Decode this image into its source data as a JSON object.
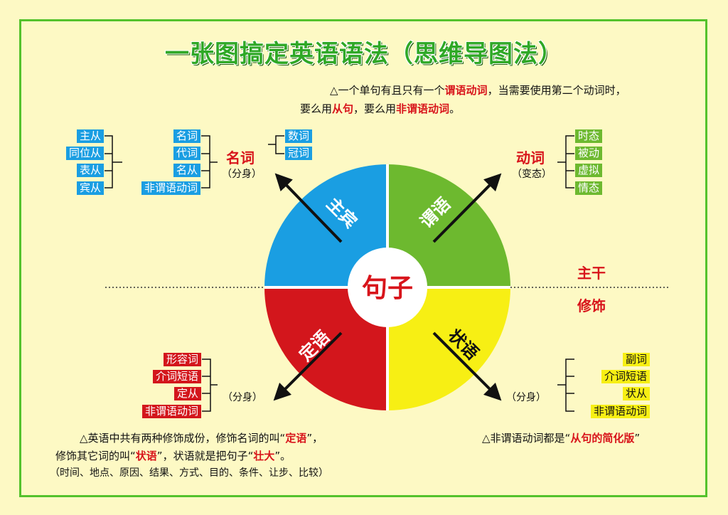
{
  "title": "一张图搞定英语语法（思维导图法）",
  "top_note": {
    "l1_a": "△一个单句有且只有一个",
    "l1_b": "谓语动词",
    "l1_c": "，当需要使用第二个动词时，",
    "l2_a": "要么用",
    "l2_b": "从句",
    "l2_c": "，要么用",
    "l2_d": "非谓语动词",
    "l2_e": "。"
  },
  "center": "句子",
  "quadrants": {
    "subject": "主宾",
    "predicate": "谓语",
    "attribute": "定语",
    "adverbial": "状语"
  },
  "colors": {
    "blue": "#1a9ee2",
    "green": "#6db92f",
    "red": "#d3161c",
    "yellow": "#f7ef14",
    "accent_red": "#d8141b",
    "frame": "#54c22c"
  },
  "noun": {
    "label": "名词",
    "sub": "（分身）",
    "clauses": [
      "主从",
      "同位从",
      "表从",
      "宾从"
    ],
    "forms": [
      "名词",
      "代词",
      "名从",
      "非谓语动词"
    ],
    "right": [
      "数词",
      "冠词"
    ]
  },
  "verb": {
    "label": "动词",
    "sub": "（变态）",
    "items": [
      "时态",
      "被动",
      "虚拟",
      "情态"
    ]
  },
  "main_label": "主干",
  "modifier_label": "修饰",
  "attribute_branch": {
    "items": [
      "形容词",
      "介词短语",
      "定从",
      "非谓语动词"
    ],
    "sub": "（分身）"
  },
  "adverbial_branch": {
    "items": [
      "副词",
      "介词短语",
      "状从",
      "非谓语动词"
    ],
    "sub": "（分身）"
  },
  "bottom_left": {
    "l1_a": "△英语中共有两种修饰成份，修饰名词的叫“",
    "l1_b": "定语",
    "l1_c": "”，",
    "l2_a": "修饰其它词的叫“",
    "l2_b": "状语",
    "l2_c": "”，状语就是把句子“",
    "l2_d": "壮大",
    "l2_e": "”。",
    "l3": "（时间、地点、原因、结果、方式、目的、条件、让步、比较）"
  },
  "bottom_right": {
    "a": "△非谓语动词都是“",
    "b": "从句的简化版",
    "c": "”"
  }
}
